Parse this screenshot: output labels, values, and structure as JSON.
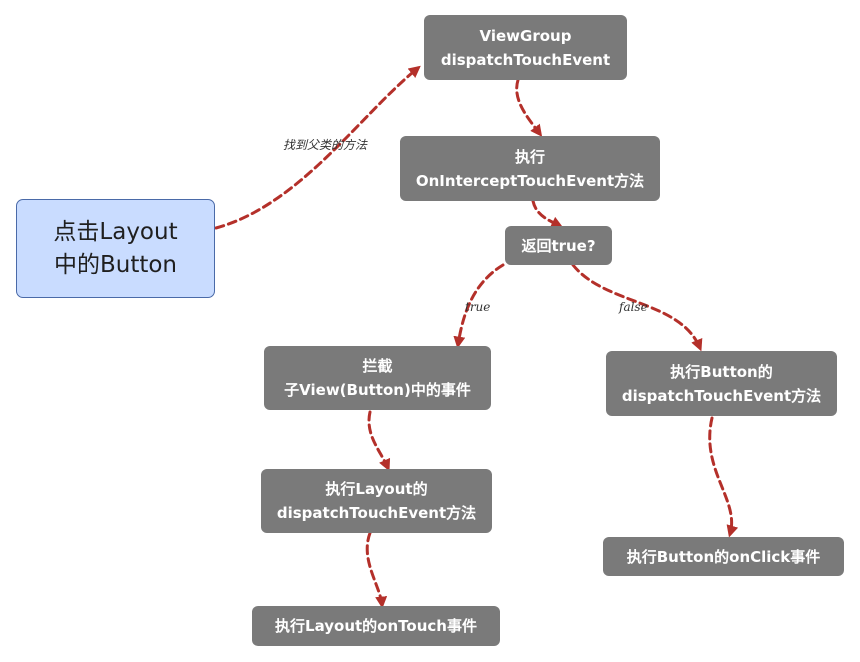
{
  "colors": {
    "node_fill": "#7a7a7a",
    "node_text": "#ffffff",
    "start_fill": "#c9dcff",
    "start_border": "#4a6aa8",
    "edge": "#b4302a"
  },
  "nodes": {
    "start": {
      "line1": "点击Layout",
      "line2": "中的Button"
    },
    "viewgroup": {
      "line1": "ViewGroup",
      "line2": "dispatchTouchEvent"
    },
    "intercept": {
      "line1": "执行",
      "line2": "OnInterceptTouchEvent方法"
    },
    "decision": {
      "line1": "返回true?"
    },
    "intercept_child": {
      "line1": "拦截",
      "line2": "子View(Button)中的事件"
    },
    "layout_dispatch": {
      "line1": "执行Layout的",
      "line2": "dispatchTouchEvent方法"
    },
    "layout_ontouch": {
      "line1": "执行Layout的onTouch事件"
    },
    "button_dispatch": {
      "line1": "执行Button的",
      "line2": "dispatchTouchEvent方法"
    },
    "button_onclick": {
      "line1": "执行Button的onClick事件"
    }
  },
  "edges": {
    "to_viewgroup": {
      "label": "找到父类的方法"
    },
    "to_intercept": {
      "label": ""
    },
    "to_decision": {
      "label": ""
    },
    "true_branch": {
      "label": "true"
    },
    "false_branch": {
      "label": "false"
    },
    "to_layout_dispatch": {
      "label": ""
    },
    "to_layout_ontouch": {
      "label": ""
    },
    "to_button_onclick": {
      "label": ""
    }
  }
}
